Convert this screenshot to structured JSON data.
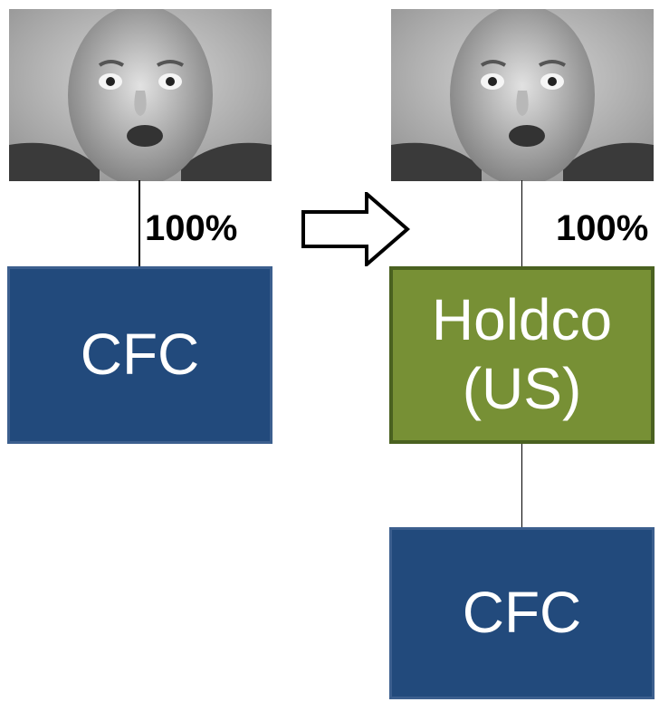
{
  "left": {
    "ownership": "100%",
    "entity": "CFC"
  },
  "right": {
    "ownership": "100%",
    "holdco": "Holdco\n(US)",
    "entity": "CFC"
  },
  "colors": {
    "cfc_fill": "#224a7c",
    "holdco_fill": "#779035",
    "text": "#ffffff"
  },
  "icons": {
    "photo": "person-portrait-photo",
    "transition": "right-arrow-icon"
  }
}
